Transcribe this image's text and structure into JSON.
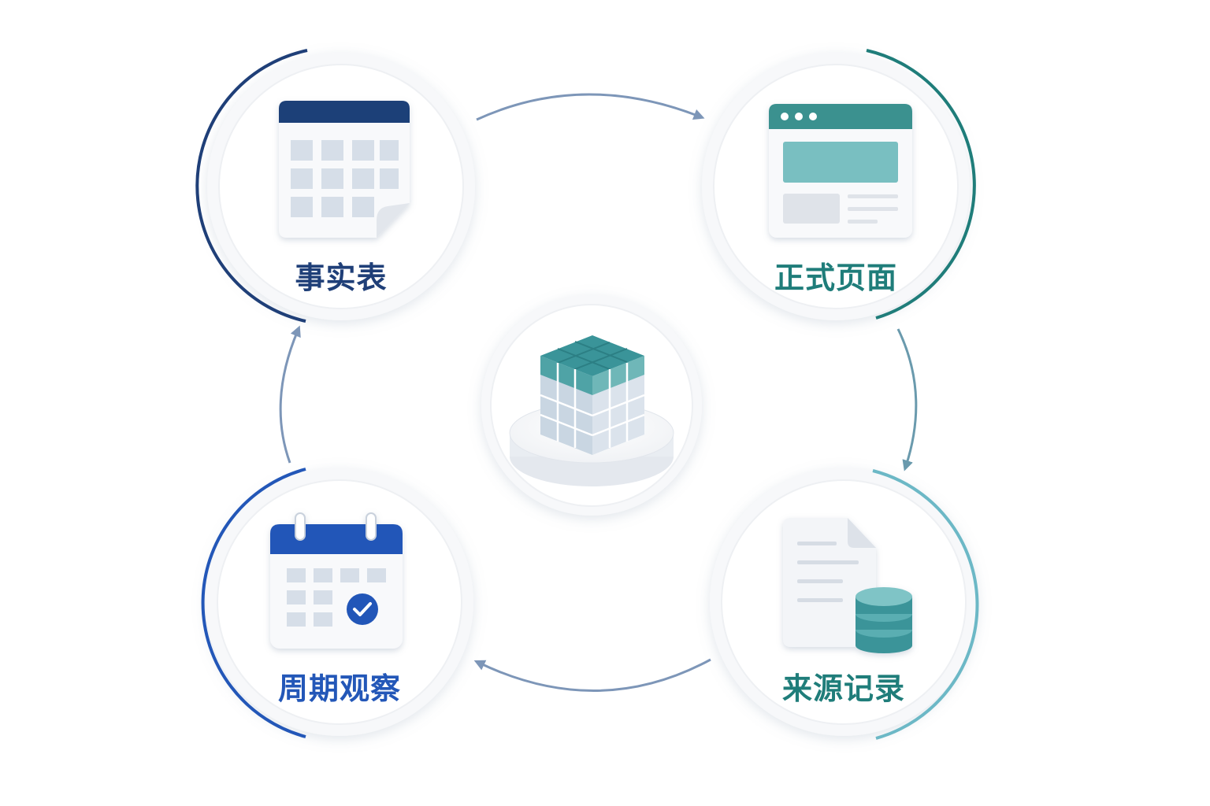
{
  "nodes": {
    "facts": {
      "label": "事实表",
      "icon": "spreadsheet-icon",
      "color": "#1f3f78"
    },
    "pages": {
      "label": "正式页面",
      "icon": "browser-window-icon",
      "color": "#1f7d7a"
    },
    "source": {
      "label": "来源记录",
      "icon": "document-database-icon",
      "color": "#1f7d7a"
    },
    "period": {
      "label": "周期观察",
      "icon": "calendar-check-icon",
      "color": "#2357b8"
    }
  },
  "center": {
    "icon": "data-cube-icon"
  },
  "colors": {
    "navy": "#1f3f78",
    "teal": "#1f7d7a",
    "light_teal": "#6cb8c6",
    "blue": "#2357b8",
    "arrow": "#7d96b8"
  }
}
